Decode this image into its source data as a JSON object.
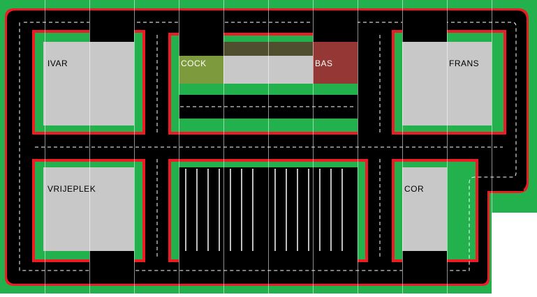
{
  "lots": [
    {
      "id": "ivar",
      "label": "IVAR",
      "label_color": "#000000"
    },
    {
      "id": "cock",
      "label": "COCK",
      "label_color": "#ffffff"
    },
    {
      "id": "bas",
      "label": "BAS",
      "label_color": "#ffffff"
    },
    {
      "id": "frans",
      "label": "FRANS",
      "label_color": "#000000"
    },
    {
      "id": "vrijeplek",
      "label": "VRIJEPLEK",
      "label_color": "#000000"
    },
    {
      "id": "cor",
      "label": "COR",
      "label_color": "#000000"
    }
  ],
  "colors": {
    "grass": "#22b14c",
    "road": "#000000",
    "border": "#ed1c24",
    "lot": "#c8c8c8",
    "cock_lot": "#7d9b3d",
    "bas_lot": "#953735",
    "bar": "#4f4f2f",
    "lane_marking": "#ffffff"
  }
}
